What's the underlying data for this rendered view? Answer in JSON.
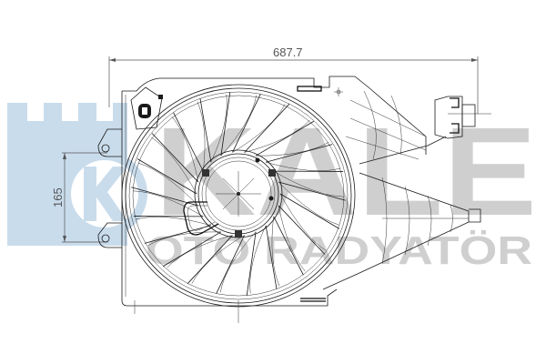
{
  "watermark": {
    "brand": "KALE",
    "sub": "OTO RADYATÖR",
    "colors": {
      "blue": "#c9dcec",
      "gray": "#cfcfcf"
    }
  },
  "drawing": {
    "subject": "radiator cooling fan assembly",
    "line_color": "#1a1a1a",
    "dimensions": {
      "overall_width": "687.7",
      "mount_spacing": "165"
    }
  }
}
